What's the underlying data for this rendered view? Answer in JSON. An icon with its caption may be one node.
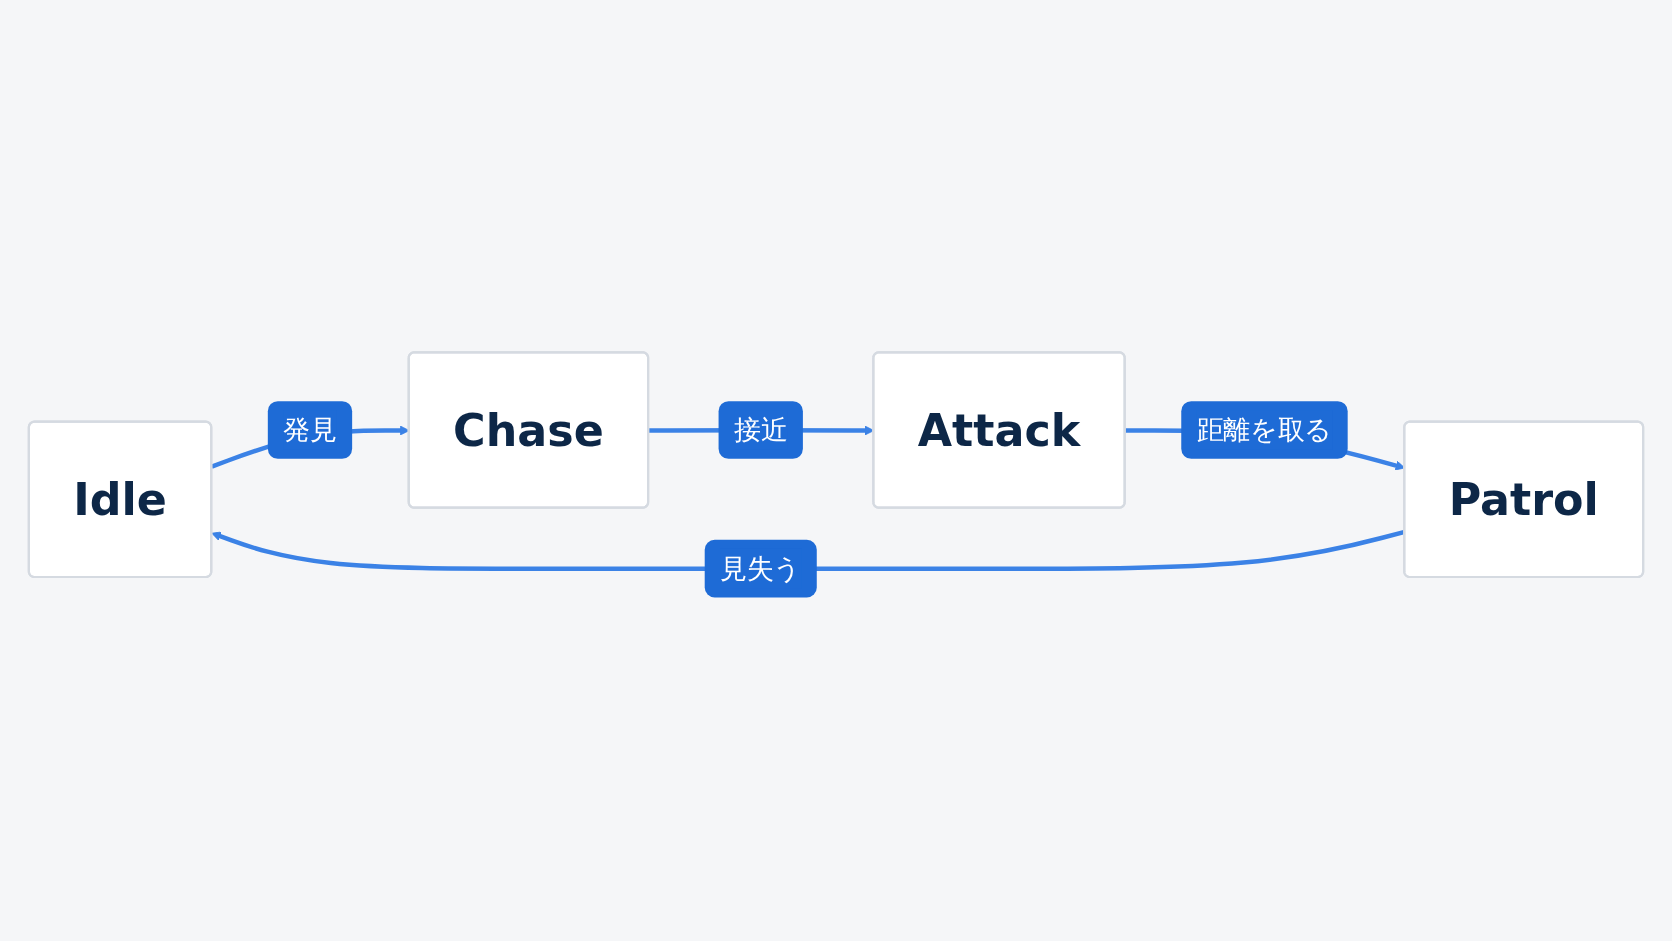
{
  "diagram": {
    "nodes": [
      {
        "text": [
          "Idle"
        ]
      },
      {
        "text": [
          "Chase"
        ]
      },
      {
        "text": [
          "Attack"
        ]
      },
      {
        "text": [
          "Patrol"
        ]
      }
    ],
    "edges": [
      {
        "from": 0,
        "to": 1,
        "label": "発見",
        "arrow": "to"
      },
      {
        "from": 1,
        "to": 2,
        "label": "接近",
        "arrow": "to"
      },
      {
        "from": 2,
        "to": 3,
        "label": "距離を取る",
        "arrow": "to"
      },
      {
        "from": 3,
        "to": 0,
        "label": "見失う",
        "arrow": "to"
      }
    ]
  }
}
